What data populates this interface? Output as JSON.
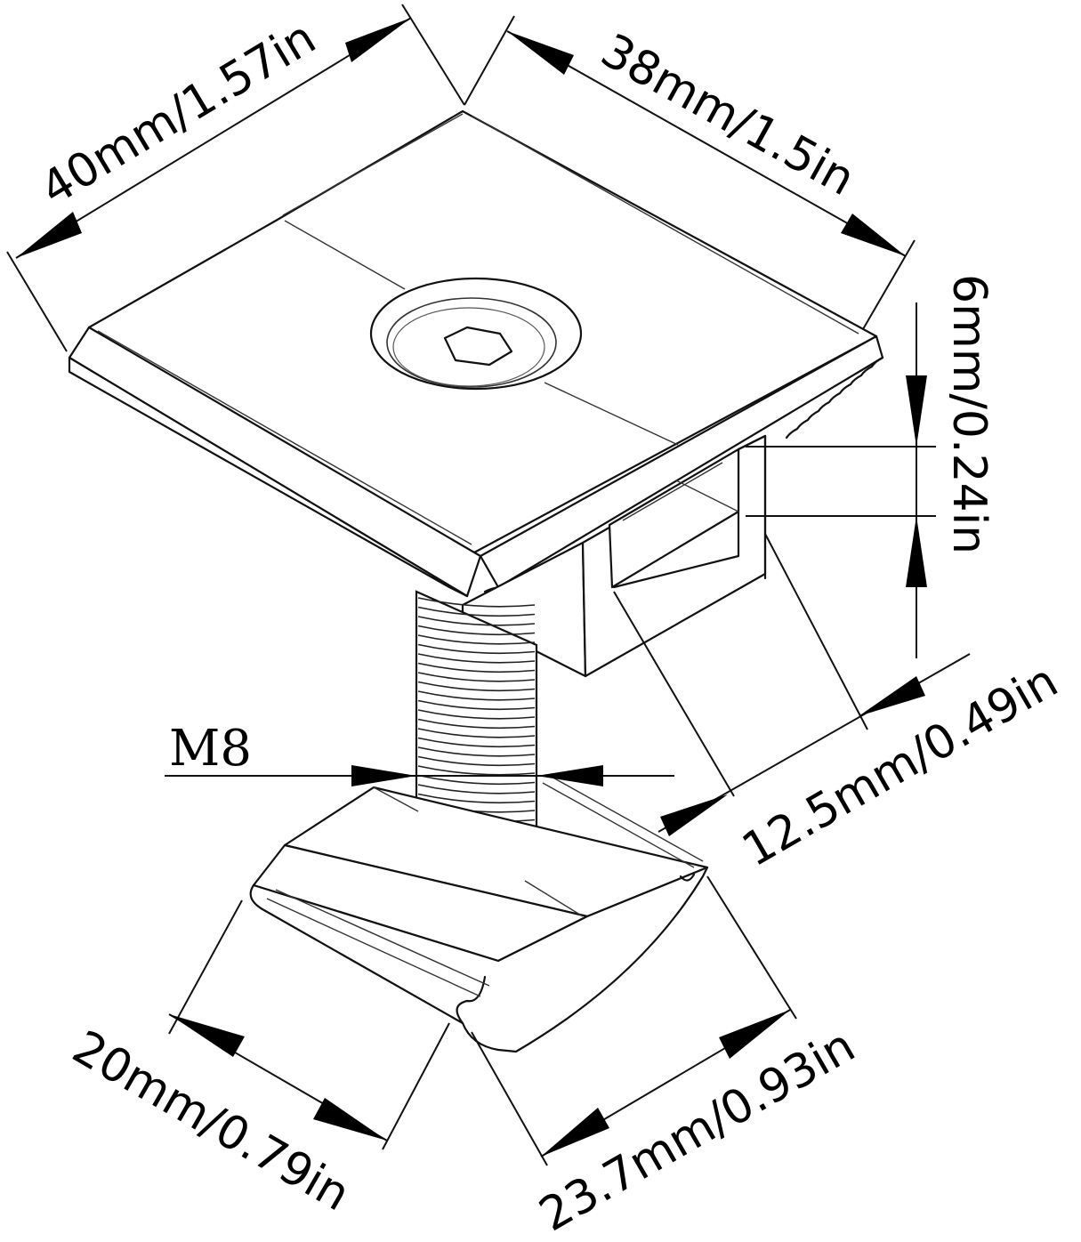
{
  "dimensions": {
    "top_width": "40mm/1.57in",
    "top_length": "38mm/1.5in",
    "gap_height": "6mm/0.24in",
    "gap_depth": "12.5mm/0.49in",
    "thread": "M8",
    "nut_width": "20mm/0.79in",
    "nut_length": "23.7mm/0.93in"
  }
}
